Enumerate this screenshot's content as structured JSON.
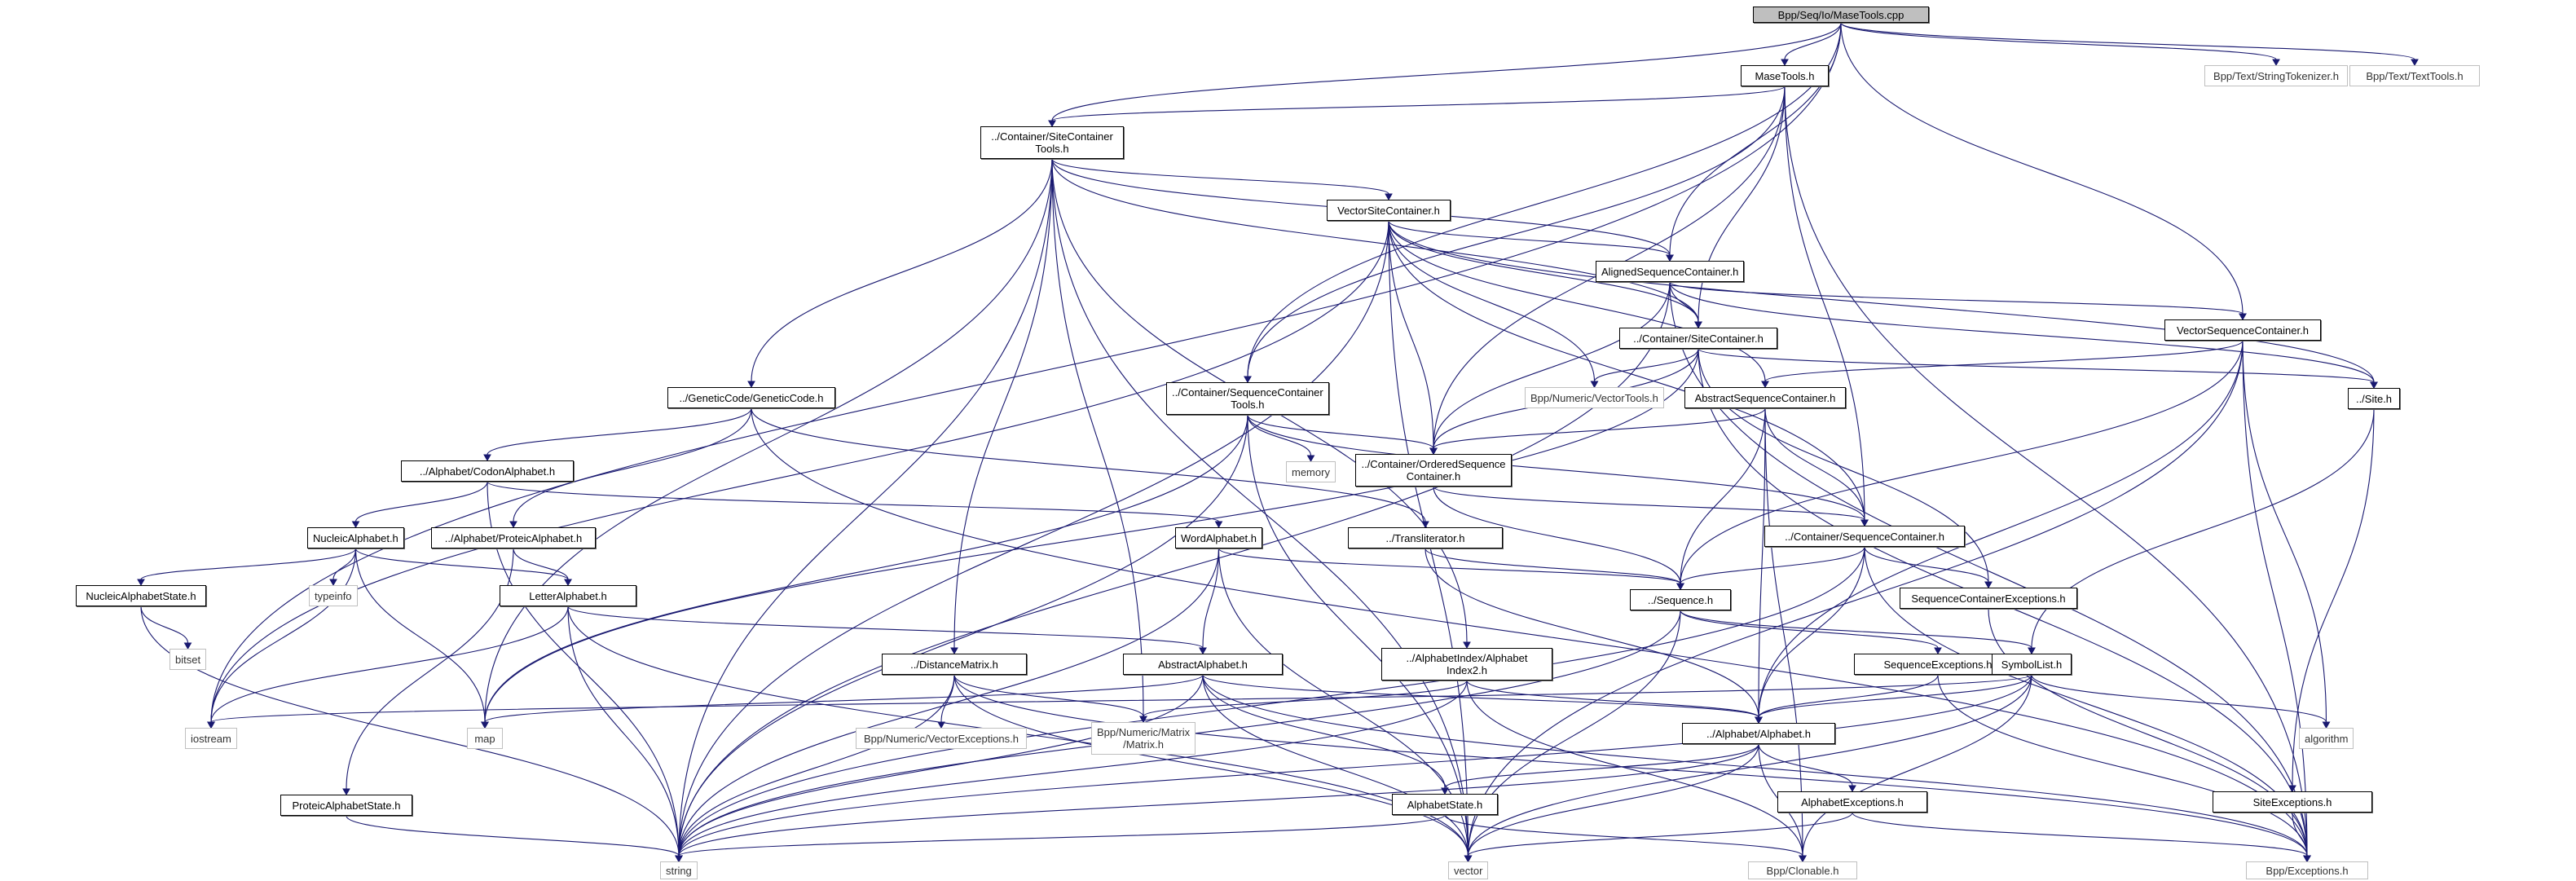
{
  "title": "Bpp/Seq/Io/MaseTools.cpp include dependency graph",
  "colors": {
    "edge": "#191970",
    "root_fill": "#bfbfbf",
    "node_border": "#000000",
    "external_border": "#bfbfbf"
  },
  "nodes": [
    {
      "id": "root",
      "label": "Bpp/Seq/Io/MaseTools.cpp",
      "kind": "root"
    },
    {
      "id": "masetools",
      "label": "MaseTools.h",
      "kind": "local"
    },
    {
      "id": "strtok",
      "label": "Bpp/Text/StringTokenizer.h",
      "kind": "external"
    },
    {
      "id": "texttools",
      "label": "Bpp/Text/TextTools.h",
      "kind": "external"
    },
    {
      "id": "sctools",
      "label": "../Container/SiteContainer\nTools.h",
      "kind": "local"
    },
    {
      "id": "vsitec",
      "label": "VectorSiteContainer.h",
      "kind": "local"
    },
    {
      "id": "alignedsc",
      "label": "AlignedSequenceContainer.h",
      "kind": "local"
    },
    {
      "id": "sitecont",
      "label": "../Container/SiteContainer.h",
      "kind": "local"
    },
    {
      "id": "vseqc",
      "label": "VectorSequenceContainer.h",
      "kind": "local"
    },
    {
      "id": "site",
      "label": "../Site.h",
      "kind": "local"
    },
    {
      "id": "geneticcode",
      "label": "../GeneticCode/GeneticCode.h",
      "kind": "local"
    },
    {
      "id": "seqctools",
      "label": "../Container/SequenceContainer\nTools.h",
      "kind": "local"
    },
    {
      "id": "vectortools",
      "label": "Bpp/Numeric/VectorTools.h",
      "kind": "external"
    },
    {
      "id": "abstractsc",
      "label": "AbstractSequenceContainer.h",
      "kind": "local"
    },
    {
      "id": "codonalpha",
      "label": "../Alphabet/CodonAlphabet.h",
      "kind": "local"
    },
    {
      "id": "memory",
      "label": "memory",
      "kind": "external"
    },
    {
      "id": "orderedsc",
      "label": "../Container/OrderedSequence\nContainer.h",
      "kind": "local"
    },
    {
      "id": "nucleicalpha",
      "label": "NucleicAlphabet.h",
      "kind": "local"
    },
    {
      "id": "proteicalpha",
      "label": "../Alphabet/ProteicAlphabet.h",
      "kind": "local"
    },
    {
      "id": "wordalpha",
      "label": "WordAlphabet.h",
      "kind": "local"
    },
    {
      "id": "translit",
      "label": "../Transliterator.h",
      "kind": "local"
    },
    {
      "id": "seqcont",
      "label": "../Container/SequenceContainer.h",
      "kind": "local"
    },
    {
      "id": "nucleicstate",
      "label": "NucleicAlphabetState.h",
      "kind": "local"
    },
    {
      "id": "typeinfo",
      "label": "typeinfo",
      "kind": "external"
    },
    {
      "id": "letteralpha",
      "label": "LetterAlphabet.h",
      "kind": "local"
    },
    {
      "id": "sequence",
      "label": "../Sequence.h",
      "kind": "local"
    },
    {
      "id": "seqcontexc",
      "label": "SequenceContainerExceptions.h",
      "kind": "local"
    },
    {
      "id": "bitset",
      "label": "bitset",
      "kind": "external"
    },
    {
      "id": "distmatrix",
      "label": "../DistanceMatrix.h",
      "kind": "local"
    },
    {
      "id": "abstractalpha",
      "label": "AbstractAlphabet.h",
      "kind": "local"
    },
    {
      "id": "alphaindex2",
      "label": "../AlphabetIndex/Alphabet\nIndex2.h",
      "kind": "local"
    },
    {
      "id": "seqexc",
      "label": "SequenceExceptions.h",
      "kind": "local"
    },
    {
      "id": "symbollist",
      "label": "SymbolList.h",
      "kind": "local"
    },
    {
      "id": "iostream",
      "label": "iostream",
      "kind": "external"
    },
    {
      "id": "map",
      "label": "map",
      "kind": "external"
    },
    {
      "id": "vecexc",
      "label": "Bpp/Numeric/VectorExceptions.h",
      "kind": "external"
    },
    {
      "id": "matrix",
      "label": "Bpp/Numeric/Matrix\n/Matrix.h",
      "kind": "external"
    },
    {
      "id": "alphabet",
      "label": "../Alphabet/Alphabet.h",
      "kind": "local"
    },
    {
      "id": "algorithm",
      "label": "algorithm",
      "kind": "external"
    },
    {
      "id": "proteicstate",
      "label": "ProteicAlphabetState.h",
      "kind": "local"
    },
    {
      "id": "alphastate",
      "label": "AlphabetState.h",
      "kind": "local"
    },
    {
      "id": "alphaexc",
      "label": "AlphabetExceptions.h",
      "kind": "local"
    },
    {
      "id": "siteexc",
      "label": "SiteExceptions.h",
      "kind": "local"
    },
    {
      "id": "string",
      "label": "string",
      "kind": "external"
    },
    {
      "id": "vector",
      "label": "vector",
      "kind": "external"
    },
    {
      "id": "clonable",
      "label": "Bpp/Clonable.h",
      "kind": "external"
    },
    {
      "id": "exceptions",
      "label": "Bpp/Exceptions.h",
      "kind": "external"
    }
  ],
  "edges": [
    [
      "root",
      "masetools"
    ],
    [
      "root",
      "strtok"
    ],
    [
      "root",
      "texttools"
    ],
    [
      "root",
      "iostream"
    ],
    [
      "root",
      "sctools"
    ],
    [
      "root",
      "seqctools"
    ],
    [
      "root",
      "alignedsc"
    ],
    [
      "root",
      "vseqc"
    ],
    [
      "masetools",
      "sctools"
    ],
    [
      "masetools",
      "seqctools"
    ],
    [
      "masetools",
      "orderedsc"
    ],
    [
      "masetools",
      "sitecont"
    ],
    [
      "masetools",
      "seqcont"
    ],
    [
      "masetools",
      "exceptions"
    ],
    [
      "sctools",
      "vsitec"
    ],
    [
      "sctools",
      "alignedsc"
    ],
    [
      "sctools",
      "sitecont"
    ],
    [
      "sctools",
      "geneticcode"
    ],
    [
      "sctools",
      "distmatrix"
    ],
    [
      "sctools",
      "map"
    ],
    [
      "sctools",
      "matrix"
    ],
    [
      "sctools",
      "string"
    ],
    [
      "sctools",
      "alphaindex2"
    ],
    [
      "sctools",
      "vector"
    ],
    [
      "vsitec",
      "alignedsc"
    ],
    [
      "vsitec",
      "sitecont"
    ],
    [
      "vsitec",
      "site"
    ],
    [
      "vsitec",
      "abstractsc"
    ],
    [
      "vsitec",
      "orderedsc"
    ],
    [
      "vsitec",
      "vectortools"
    ],
    [
      "vsitec",
      "iostream"
    ],
    [
      "vsitec",
      "string"
    ],
    [
      "vsitec",
      "vector"
    ],
    [
      "vsitec",
      "seqcont"
    ],
    [
      "alignedsc",
      "sitecont"
    ],
    [
      "alignedsc",
      "vseqc"
    ],
    [
      "alignedsc",
      "site"
    ],
    [
      "alignedsc",
      "orderedsc"
    ],
    [
      "alignedsc",
      "string"
    ],
    [
      "alignedsc",
      "exceptions"
    ],
    [
      "sitecont",
      "site"
    ],
    [
      "sitecont",
      "vectortools"
    ],
    [
      "sitecont",
      "orderedsc"
    ],
    [
      "sitecont",
      "seqcontexc"
    ],
    [
      "sitecont",
      "exceptions"
    ],
    [
      "sitecont",
      "map"
    ],
    [
      "vseqc",
      "abstractsc"
    ],
    [
      "vseqc",
      "sequence"
    ],
    [
      "vseqc",
      "algorithm"
    ],
    [
      "vseqc",
      "alphabet"
    ],
    [
      "vseqc",
      "vector"
    ],
    [
      "vseqc",
      "exceptions"
    ],
    [
      "site",
      "symbollist"
    ],
    [
      "site",
      "siteexc"
    ],
    [
      "geneticcode",
      "codonalpha"
    ],
    [
      "geneticcode",
      "proteicalpha"
    ],
    [
      "geneticcode",
      "translit"
    ],
    [
      "geneticcode",
      "exceptions"
    ],
    [
      "seqctools",
      "orderedsc"
    ],
    [
      "seqctools",
      "seqcont"
    ],
    [
      "seqctools",
      "memory"
    ],
    [
      "seqctools",
      "string"
    ],
    [
      "seqctools",
      "map"
    ],
    [
      "seqctools",
      "vector"
    ],
    [
      "abstractsc",
      "orderedsc"
    ],
    [
      "abstractsc",
      "seqcont"
    ],
    [
      "abstractsc",
      "sequence"
    ],
    [
      "abstractsc",
      "alphabet"
    ],
    [
      "abstractsc",
      "clonable"
    ],
    [
      "codonalpha",
      "nucleicalpha"
    ],
    [
      "codonalpha",
      "wordalpha"
    ],
    [
      "codonalpha",
      "string"
    ],
    [
      "orderedsc",
      "seqcont"
    ],
    [
      "orderedsc",
      "sequence"
    ],
    [
      "nucleicalpha",
      "nucleicstate"
    ],
    [
      "nucleicalpha",
      "typeinfo"
    ],
    [
      "nucleicalpha",
      "letteralpha"
    ],
    [
      "nucleicalpha",
      "iostream"
    ],
    [
      "nucleicalpha",
      "map"
    ],
    [
      "proteicalpha",
      "letteralpha"
    ],
    [
      "proteicalpha",
      "proteicstate"
    ],
    [
      "wordalpha",
      "abstractalpha"
    ],
    [
      "wordalpha",
      "sequence"
    ],
    [
      "wordalpha",
      "string"
    ],
    [
      "wordalpha",
      "vector"
    ],
    [
      "translit",
      "sequence"
    ],
    [
      "translit",
      "alphabet"
    ],
    [
      "seqcont",
      "sequence"
    ],
    [
      "seqcont",
      "seqcontexc"
    ],
    [
      "seqcont",
      "alphabet"
    ],
    [
      "seqcont",
      "string"
    ],
    [
      "seqcont",
      "exceptions"
    ],
    [
      "nucleicstate",
      "bitset"
    ],
    [
      "nucleicstate",
      "string"
    ],
    [
      "letteralpha",
      "abstractalpha"
    ],
    [
      "letteralpha",
      "iostream"
    ],
    [
      "letteralpha",
      "string"
    ],
    [
      "letteralpha",
      "vector"
    ],
    [
      "sequence",
      "symbollist"
    ],
    [
      "sequence",
      "seqexc"
    ],
    [
      "sequence",
      "string"
    ],
    [
      "sequence",
      "vector"
    ],
    [
      "seqcontexc",
      "exceptions"
    ],
    [
      "distmatrix",
      "vecexc"
    ],
    [
      "distmatrix",
      "matrix"
    ],
    [
      "distmatrix",
      "string"
    ],
    [
      "distmatrix",
      "vector"
    ],
    [
      "distmatrix",
      "exceptions"
    ],
    [
      "abstractalpha",
      "alphabet"
    ],
    [
      "abstractalpha",
      "alphastate"
    ],
    [
      "abstractalpha",
      "map"
    ],
    [
      "abstractalpha",
      "string"
    ],
    [
      "abstractalpha",
      "vector"
    ],
    [
      "abstractalpha",
      "exceptions"
    ],
    [
      "alphaindex2",
      "alphabet"
    ],
    [
      "alphaindex2",
      "matrix"
    ],
    [
      "alphaindex2",
      "clonable"
    ],
    [
      "alphaindex2",
      "string"
    ],
    [
      "seqexc",
      "alphabet"
    ],
    [
      "seqexc",
      "exceptions"
    ],
    [
      "symbollist",
      "alphabet"
    ],
    [
      "symbollist",
      "algorithm"
    ],
    [
      "symbollist",
      "iostream"
    ],
    [
      "symbollist",
      "string"
    ],
    [
      "symbollist",
      "vector"
    ],
    [
      "symbollist",
      "clonable"
    ],
    [
      "alphabet",
      "alphastate"
    ],
    [
      "alphabet",
      "alphaexc"
    ],
    [
      "alphabet",
      "string"
    ],
    [
      "alphabet",
      "vector"
    ],
    [
      "alphabet",
      "clonable"
    ],
    [
      "proteicstate",
      "string"
    ],
    [
      "alphastate",
      "string"
    ],
    [
      "alphastate",
      "clonable"
    ],
    [
      "alphaexc",
      "exceptions"
    ],
    [
      "alphaexc",
      "vector"
    ],
    [
      "siteexc",
      "exceptions"
    ]
  ]
}
